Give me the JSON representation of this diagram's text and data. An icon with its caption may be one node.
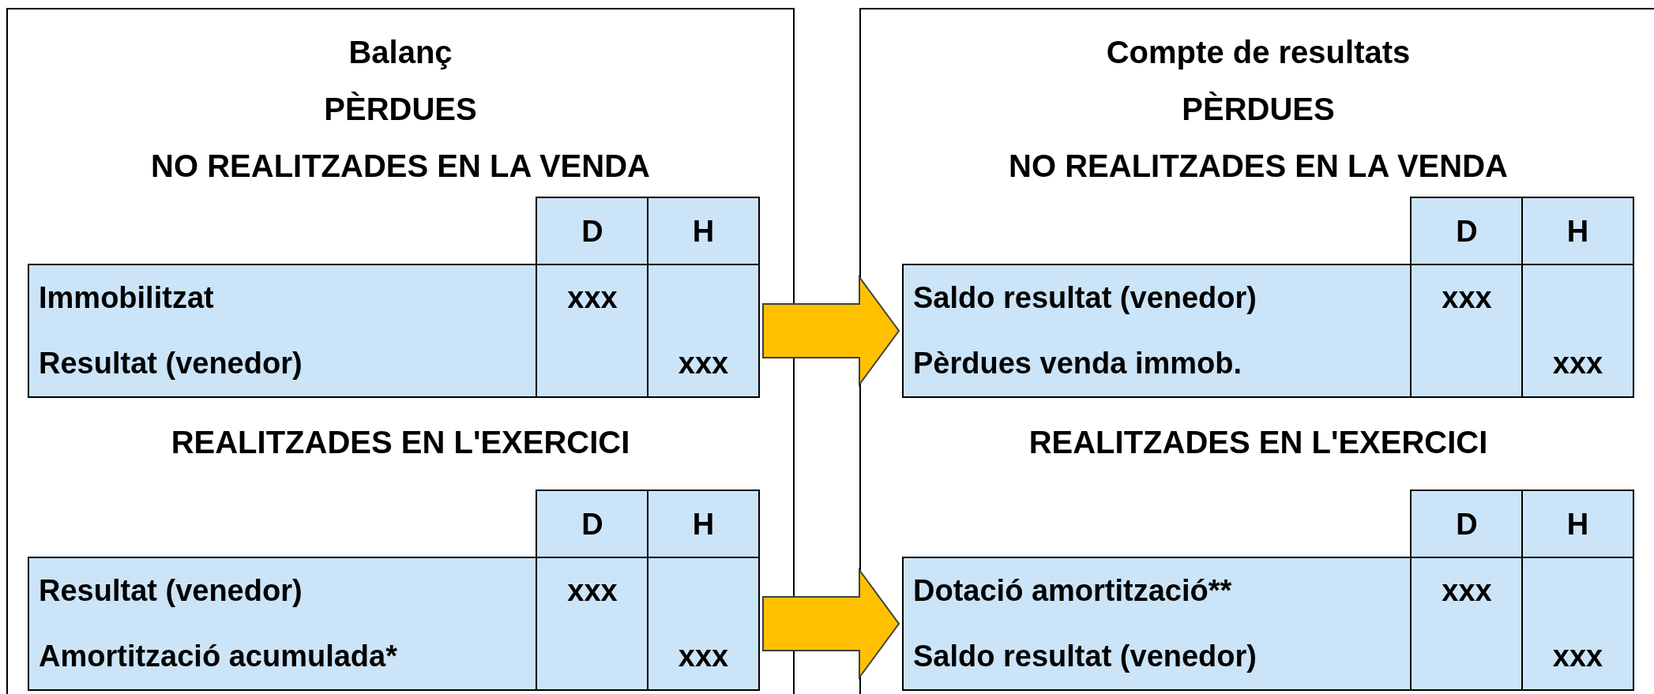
{
  "diagram": {
    "nodes": [
      {
        "text": [
          "Balanç",
          "PÈRDUES",
          "NO REALITZADES EN LA VENDA",
          "REALITZADES EN L'EXERCICI"
        ]
      },
      {
        "text": [
          "D",
          "H",
          "Immobilitzat",
          "xxx",
          "Resultat (venedor)",
          "xxx"
        ],
        "in": 0
      },
      {
        "text": [
          "D",
          "H",
          "Resultat (venedor)",
          "xxx",
          "Amortització acumulada*",
          "xxx"
        ],
        "in": 0
      },
      {
        "text": [
          "Compte de resultats",
          "PÈRDUES",
          "NO REALITZADES EN LA VENDA",
          "REALITZADES EN L'EXERCICI"
        ]
      },
      {
        "text": [
          "D",
          "H",
          "Saldo resultat (venedor)",
          "xxx",
          "Pèrdues venda immob.",
          "xxx"
        ],
        "in": 3
      },
      {
        "text": [
          "D",
          "H",
          "Dotació amortització**",
          "xxx",
          "Saldo resultat (venedor)",
          "xxx"
        ],
        "in": 3
      }
    ],
    "edges": [
      {
        "from": 1,
        "to": 4,
        "arrow": "to",
        "style": "thick",
        "color": "#ffc000"
      },
      {
        "from": 2,
        "to": 5,
        "arrow": "to",
        "style": "thick",
        "color": "#ffc000"
      }
    ]
  }
}
